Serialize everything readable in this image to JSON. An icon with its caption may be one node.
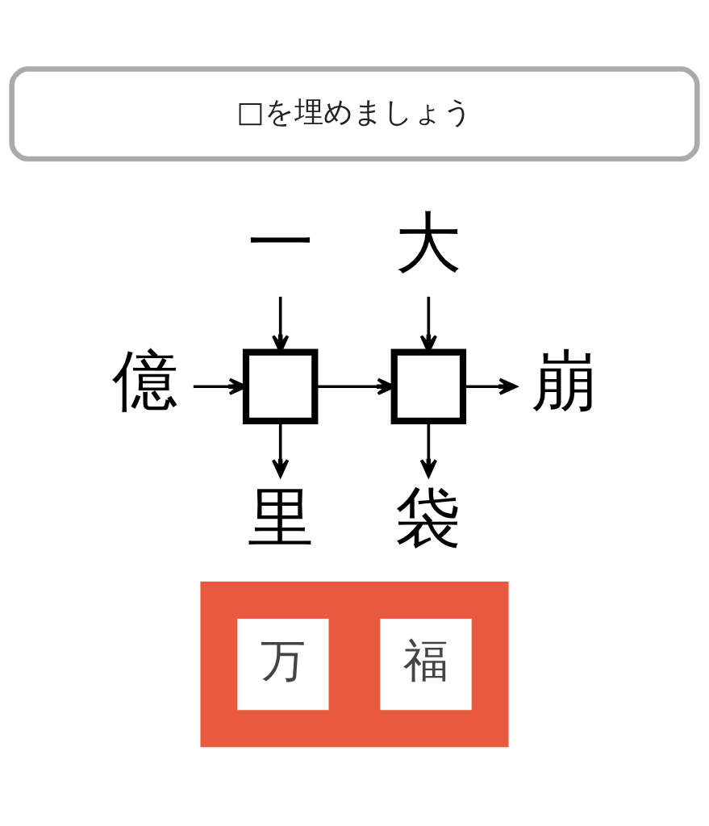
{
  "diagram": {
    "nodes": [
      {
        "text": [
          "□を埋めましょう"
        ]
      },
      {
        "text": [
          "一"
        ]
      },
      {
        "text": [
          "大"
        ]
      },
      {
        "text": [
          "億"
        ]
      },
      {
        "text": [],
        "shape": "box"
      },
      {
        "text": [],
        "shape": "box"
      },
      {
        "text": [
          "崩"
        ]
      },
      {
        "text": [
          "里"
        ]
      },
      {
        "text": [
          "袋"
        ]
      },
      {
        "text": [],
        "shape": "bar"
      },
      {
        "text": [
          "万"
        ],
        "in": 9
      },
      {
        "text": [
          "福"
        ],
        "in": 9
      }
    ],
    "edges": [
      {
        "from": 1,
        "to": 4,
        "arrow": "to"
      },
      {
        "from": 2,
        "to": 5,
        "arrow": "to"
      },
      {
        "from": 3,
        "to": 4,
        "arrow": "to"
      },
      {
        "from": 4,
        "to": 5,
        "arrow": "to"
      },
      {
        "from": 5,
        "to": 6,
        "arrow": "to"
      },
      {
        "from": 4,
        "to": 7,
        "arrow": "to"
      },
      {
        "from": 5,
        "to": 8,
        "arrow": "to"
      }
    ]
  }
}
